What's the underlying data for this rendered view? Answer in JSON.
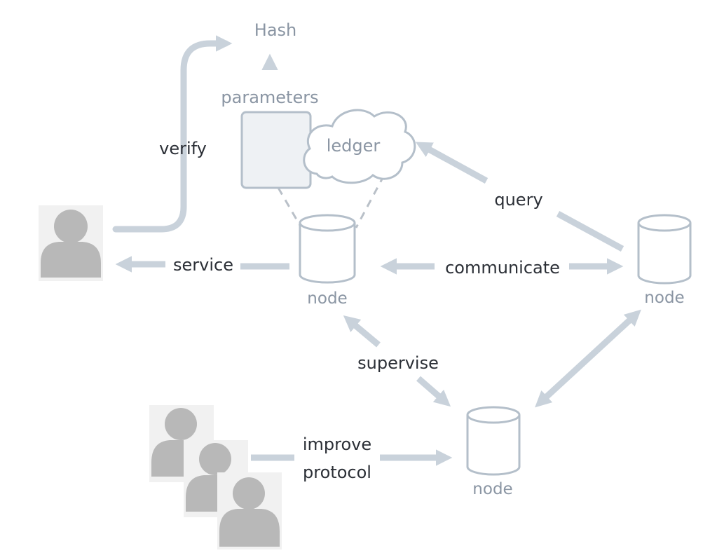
{
  "colors": {
    "arrow": "#c9d2db",
    "node_stroke": "#b4bfca",
    "dashed": "#b9c0c8",
    "box_fill": "#eef1f4",
    "person_fill": "#b8b8b8",
    "person_bg": "#f1f1f1",
    "dark_text": "#2b2f36",
    "muted_text": "#8a95a3"
  },
  "labels": {
    "hash": "Hash",
    "parameters": "parameters",
    "ledger": "ledger",
    "verify": "verify",
    "service": "service",
    "query": "query",
    "communicate": "communicate",
    "supervise": "supervise",
    "improve": "improve",
    "protocol": "protocol"
  },
  "nodes": [
    {
      "id": "node-center",
      "label": "node"
    },
    {
      "id": "node-right",
      "label": "node"
    },
    {
      "id": "node-bottom",
      "label": "node"
    }
  ],
  "icons": [
    "user-icon",
    "users-group-icon",
    "database-icon",
    "cloud-icon"
  ]
}
